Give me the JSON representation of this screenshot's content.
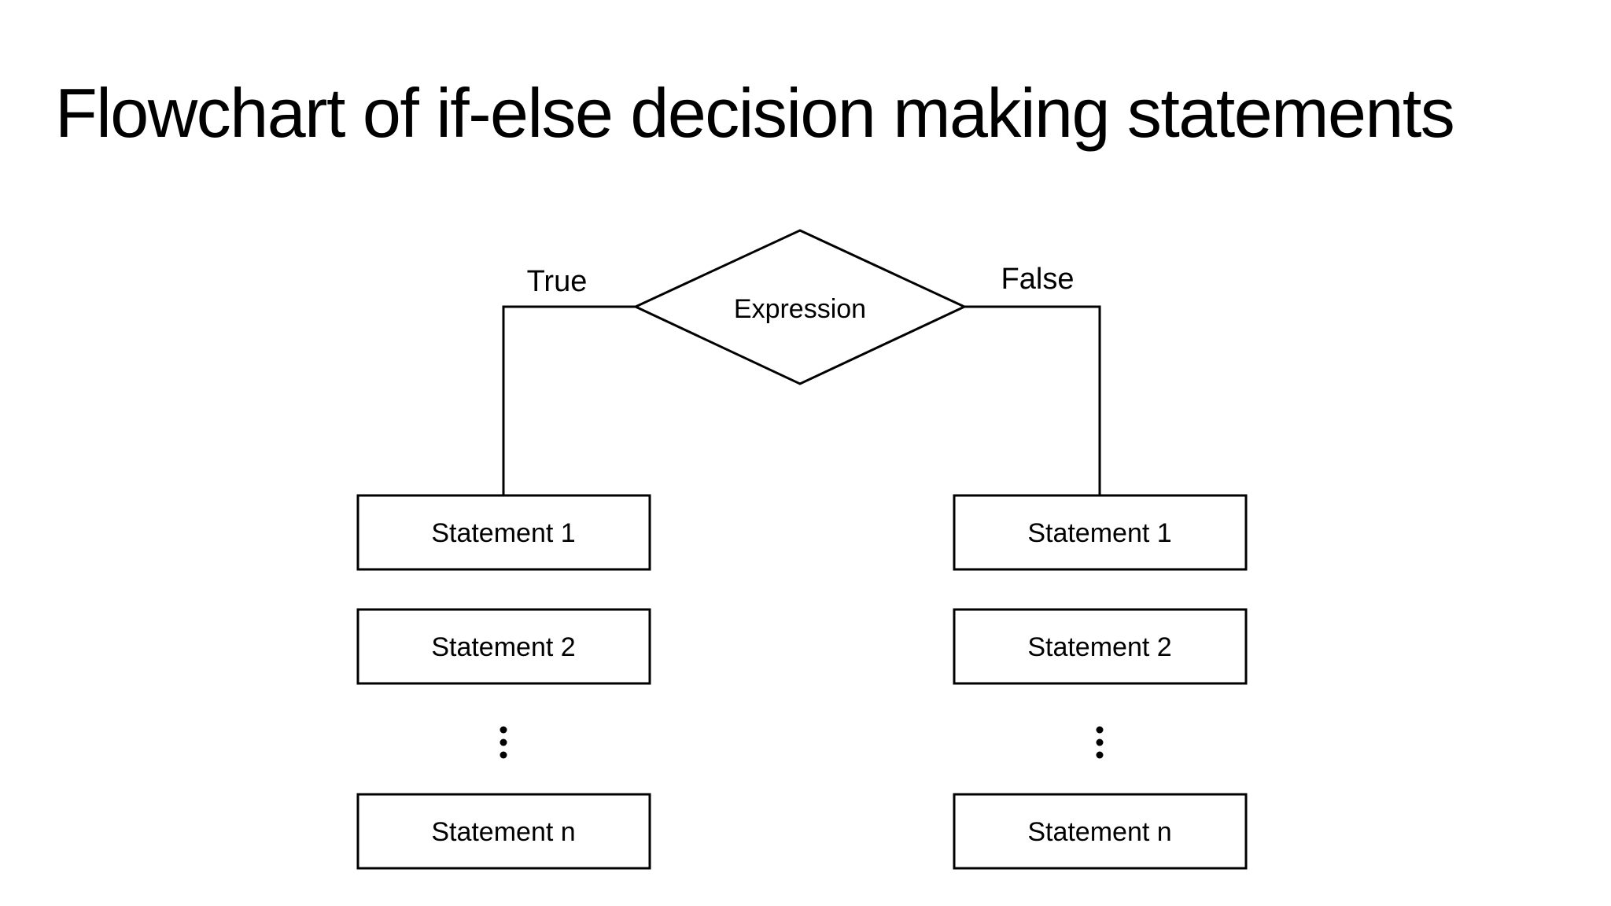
{
  "slide": {
    "title": "Flowchart of if-else decision making statements"
  },
  "diagram": {
    "decision": {
      "label": "Expression"
    },
    "true_branch": {
      "label": "True",
      "statements": [
        "Statement 1",
        "Statement 2",
        "Statement n"
      ],
      "ellipsis": "⋮"
    },
    "false_branch": {
      "label": "False",
      "statements": [
        "Statement 1",
        "Statement 2",
        "Statement n"
      ],
      "ellipsis": "⋮"
    }
  }
}
